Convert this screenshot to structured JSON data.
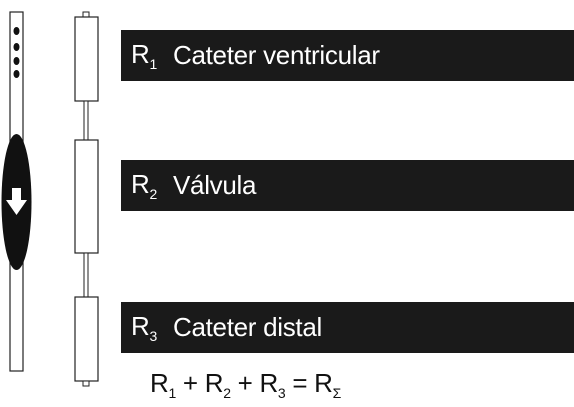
{
  "segments": [
    {
      "symbol": "R",
      "index": "1",
      "label": "Cateter ventricular"
    },
    {
      "symbol": "R",
      "index": "2",
      "label": "Válvula"
    },
    {
      "symbol": "R",
      "index": "3",
      "label": "Cateter distal"
    }
  ],
  "formula": {
    "t1": "R",
    "s1": "1",
    "plus1": " + ",
    "t2": "R",
    "s2": "2",
    "plus2": " + ",
    "t3": "R",
    "s3": "3",
    "eq": " = ",
    "t4": "R",
    "s4": "Σ"
  },
  "colors": {
    "band": "#1a1a1a",
    "band_text": "#ffffff",
    "line": "#222222"
  }
}
